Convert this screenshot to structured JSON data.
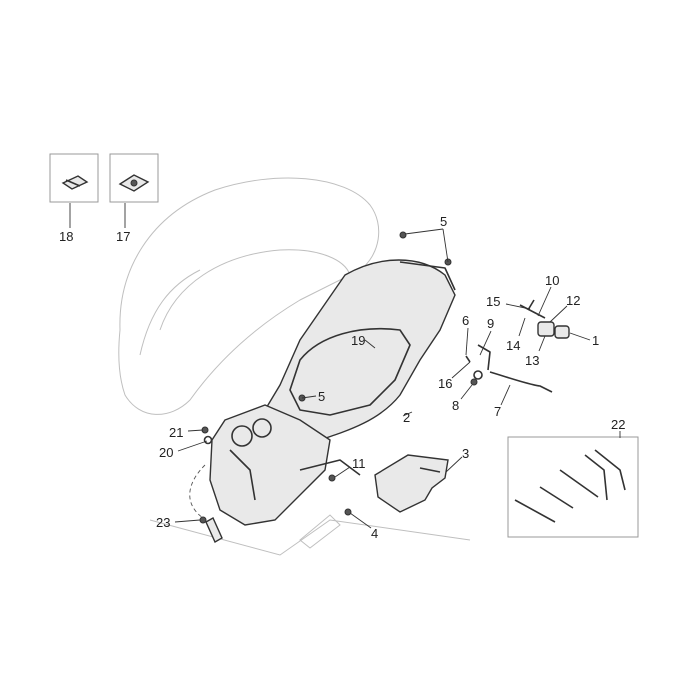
{
  "callouts": [
    {
      "id": "c18",
      "label": "18"
    },
    {
      "id": "c17",
      "label": "17"
    },
    {
      "id": "c5a",
      "label": "5"
    },
    {
      "id": "c10",
      "label": "10"
    },
    {
      "id": "c15",
      "label": "15"
    },
    {
      "id": "c12",
      "label": "12"
    },
    {
      "id": "c6",
      "label": "6"
    },
    {
      "id": "c9",
      "label": "9"
    },
    {
      "id": "c14",
      "label": "14"
    },
    {
      "id": "c1",
      "label": "1"
    },
    {
      "id": "c13",
      "label": "13"
    },
    {
      "id": "c19",
      "label": "19"
    },
    {
      "id": "c16",
      "label": "16"
    },
    {
      "id": "c5b",
      "label": "5"
    },
    {
      "id": "c8",
      "label": "8"
    },
    {
      "id": "c7",
      "label": "7"
    },
    {
      "id": "c2",
      "label": "2"
    },
    {
      "id": "c22",
      "label": "22"
    },
    {
      "id": "c21",
      "label": "21"
    },
    {
      "id": "c20",
      "label": "20"
    },
    {
      "id": "c3",
      "label": "3"
    },
    {
      "id": "c11",
      "label": "11"
    },
    {
      "id": "c4",
      "label": "4"
    },
    {
      "id": "c23",
      "label": "23"
    }
  ]
}
